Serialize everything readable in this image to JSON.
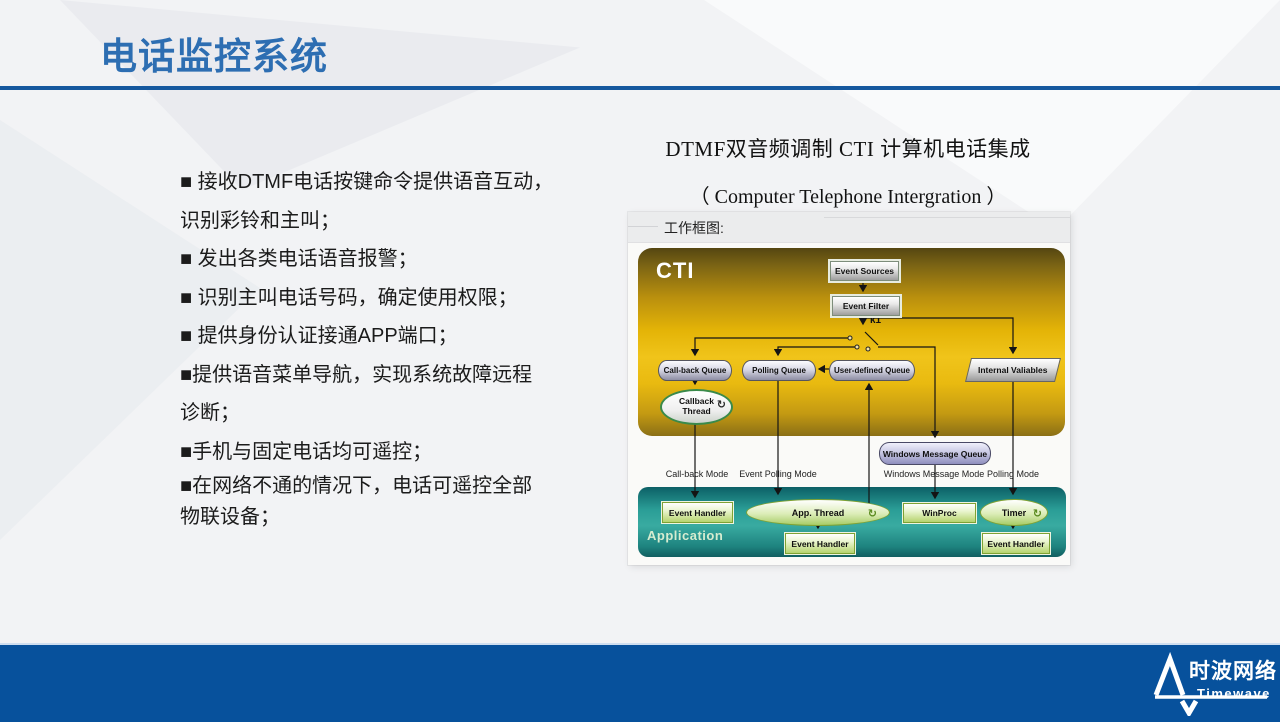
{
  "slide": {
    "title": "电话监控系统",
    "bullets": {
      "lines": [
        "■ 接收DTMF电话按键命令提供语音互动，",
        "识别彩铃和主叫；",
        "■ 发出各类电话语音报警；",
        "■ 识别主叫电话号码，确定使用权限；",
        "■ 提供身份认证接通APP端口；",
        "■提供语音菜单导航，实现系统故障远程",
        "诊断；",
        "■手机与固定电话均可遥控；"
      ],
      "lines_tight": [
        "■在网络不通的情况下，电话可遥控全部",
        "物联设备；"
      ]
    },
    "right_heading": {
      "line1": "DTMF双音频调制 CTI 计算机电话集成",
      "line2": "（ Computer Telephone Intergration ）"
    }
  },
  "diagram": {
    "label": "工作框图:",
    "cti_title": "CTI",
    "application_title": "Application",
    "nodes": {
      "event_sources": "Event Sources",
      "event_filter": "Event Filter",
      "k1": "k1",
      "callback_queue": "Call-back Queue",
      "polling_queue": "Polling Queue",
      "user_defined_queue": "User-defined Queue",
      "internal_valiables": "Internal Valiables",
      "callback_thread_line1": "Callback",
      "callback_thread_line2": "Thread",
      "windows_message_queue": "Windows Message Queue",
      "event_handler": "Event Handler",
      "app_thread": "App. Thread",
      "winproc": "WinProc",
      "timer": "Timer"
    },
    "mode_labels": [
      "Call-back Mode",
      "Event Polling Mode",
      "Windows Message Mode",
      "Polling Mode"
    ],
    "loop_icon_glyph": "↻"
  },
  "footer": {
    "brand_cn": "时波网络",
    "brand_en": "Timewave"
  },
  "colors": {
    "title_blue": "#2d6eb2",
    "rule_blue": "#15589e",
    "footer_blue": "#07519c",
    "cti_gold": "#eebe08",
    "application_teal": "#2ea39b"
  }
}
